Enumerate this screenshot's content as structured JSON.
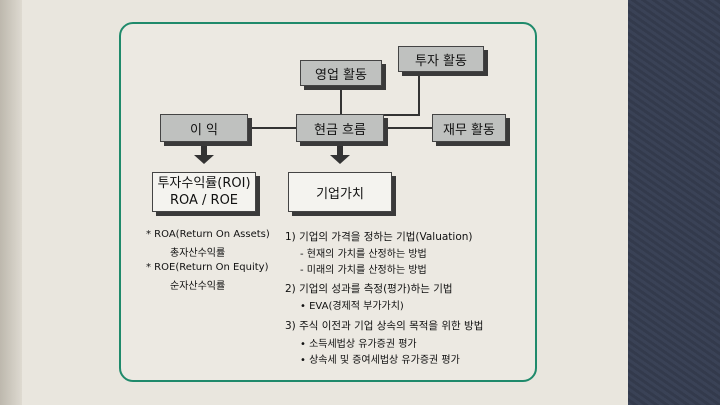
{
  "diagram": {
    "nodes": {
      "operating": "영업 활동",
      "investing": "투자 활동",
      "profit": "이 익",
      "cashflow": "현금 흐름",
      "financing": "재무 활동",
      "roi_line1": "투자수익률(ROI)",
      "roi_line2": "ROA / ROE",
      "firm_value": "기업가치"
    },
    "left_notes": [
      {
        "line1": "* ROA(Return On Assets)",
        "line2": "총자산수익률"
      },
      {
        "line1": "* ROE(Return On Equity)",
        "line2": "순자산수익률"
      }
    ],
    "right_notes": [
      {
        "heading": "1) 기업의 가격을 정하는 기법(Valuation)",
        "items": [
          "- 현재의 가치를 산정하는 방법",
          "- 미래의 가치를 산정하는 방법"
        ]
      },
      {
        "heading": "2) 기업의 성과를 측정(평가)하는 기법",
        "items": [
          "• EVA(경제적 부가가치)"
        ]
      },
      {
        "heading": "3) 주식 이전과 기업 상속의 목적을 위한 방법",
        "items": [
          "• 소득세법상 유가증권 평가",
          "• 상속세 및 증여세법상 유가증권 평가"
        ]
      }
    ]
  }
}
